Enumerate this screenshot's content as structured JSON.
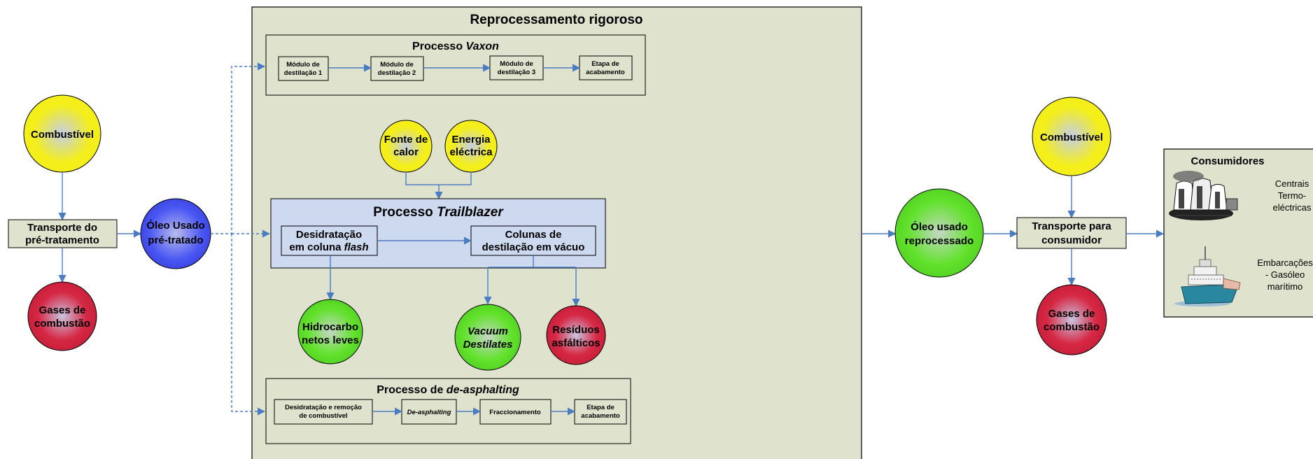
{
  "colors": {
    "line": "#4a7cc4",
    "panel": "#dfe2cc",
    "trailblazer": "#cdd9ee",
    "yellow": "#f4ee1a",
    "blue": "#4b57f2",
    "red": "#d62844",
    "green": "#62e22c"
  },
  "main_panel": {
    "title": "Reprocessamento rigoroso"
  },
  "vaxon": {
    "title_prefix": "Processo ",
    "title_italic": "Vaxon",
    "steps": [
      {
        "l1": "Módulo de",
        "l2": "destilação 1"
      },
      {
        "l1": "Módulo de",
        "l2": "destilação 2"
      },
      {
        "l1": "Módulo de",
        "l2": "destilação 3"
      },
      {
        "l1": "Etapa de",
        "l2": "acabamento"
      }
    ]
  },
  "trailblazer": {
    "title_prefix": "Processo ",
    "title_italic": "Trailblazer",
    "step1": {
      "l1": "Desidratação",
      "l2_prefix": "em coluna ",
      "l2_italic": "flash"
    },
    "step2": {
      "l1": "Colunas de",
      "l2": "destilação em vácuo"
    }
  },
  "deasphalting": {
    "title_prefix": "Processo de ",
    "title_italic": "de-asphalting",
    "steps": [
      {
        "l1": "Desidratação e remoção",
        "l2": "de combustível"
      },
      {
        "l1": "De-asphalting",
        "l2": ""
      },
      {
        "l1": "Fraccionamento",
        "l2": ""
      },
      {
        "l1": "Etapa de",
        "l2": "acabamento"
      }
    ]
  },
  "left": {
    "fuel": {
      "l1": "Combustível"
    },
    "transport": {
      "l1": "Transporte do",
      "l2": "pré-tratamento"
    },
    "gases": {
      "l1": "Gases de",
      "l2": "combustão"
    },
    "oil": {
      "l1": "Óleo Usado",
      "l2": "pré-tratado"
    }
  },
  "inputs": {
    "heat": {
      "l1": "Fonte de",
      "l2": "calor"
    },
    "power": {
      "l1": "Energia",
      "l2": "eléctrica"
    }
  },
  "outputs": {
    "light": {
      "l1": "Hidrocarbo",
      "l2": "netos leves"
    },
    "vacuum": {
      "l1": "Vacuum",
      "l2": "Destilates"
    },
    "asphalt": {
      "l1": "Resíduos",
      "l2": "asfálticos"
    }
  },
  "right": {
    "oil": {
      "l1": "Óleo usado",
      "l2": "reprocessado"
    },
    "fuel": {
      "l1": "Combustível"
    },
    "transport": {
      "l1": "Transporte para",
      "l2": "consumidor"
    },
    "gases": {
      "l1": "Gases de",
      "l2": "combustão"
    }
  },
  "consumers": {
    "title": "Consumidores",
    "plants": {
      "l1": "Centrais",
      "l2": "Termo-",
      "l3": "eléctricas"
    },
    "ships": {
      "l1": "Embarcações",
      "l2": "- Gasóleo",
      "l3": "marítimo"
    }
  }
}
